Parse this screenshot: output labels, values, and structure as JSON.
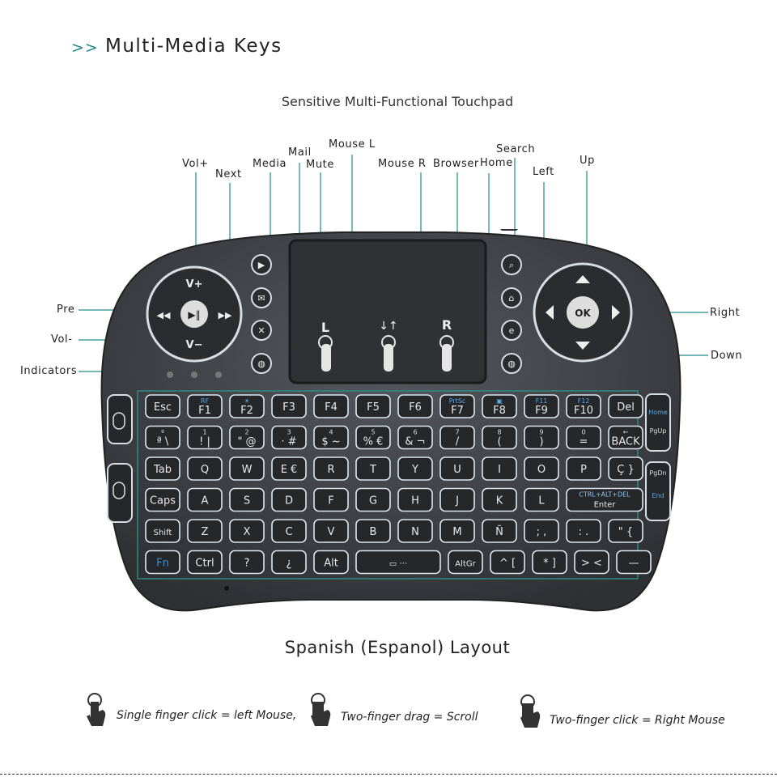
{
  "header": {
    "arrow": ">>",
    "title": "Multi-Media Keys"
  },
  "subtitle": "Sensitive Multi-Functional Touchpad",
  "callouts": {
    "vol_plus": "Vol+",
    "next": "Next",
    "media": "Media",
    "mail": "Mail",
    "mute": "Mute",
    "mouse_l": "Mouse L",
    "mouse_r": "Mouse R",
    "browser": "Browser",
    "home": "Home",
    "search": "Search",
    "left": "Left",
    "up": "Up",
    "pre": "Pre",
    "vol_minus": "Vol-",
    "indicators": "Indicators",
    "right": "Right",
    "down": "Down"
  },
  "keyboard": {
    "dpad_ok": "OK",
    "vol_plus_key": "V+",
    "vol_minus_key": "V−",
    "touch_l": "L",
    "touch_r": "R",
    "side_home": "Home",
    "side_pgup": "PgUp",
    "side_pgdn": "PgDn",
    "side_end": "End",
    "rows": [
      [
        {
          "main": "Esc",
          "top": ""
        },
        {
          "main": "F1",
          "top": "RF"
        },
        {
          "main": "F2",
          "top": "☀"
        },
        {
          "main": "F3",
          "top": ""
        },
        {
          "main": "F4",
          "top": ""
        },
        {
          "main": "F5",
          "top": ""
        },
        {
          "main": "F6",
          "top": ""
        },
        {
          "main": "F7",
          "top": "PrtSc"
        },
        {
          "main": "F8",
          "top": "▣"
        },
        {
          "main": "F9",
          "top": "F11"
        },
        {
          "main": "F10",
          "top": "F12"
        },
        {
          "main": "Del",
          "top": ""
        }
      ],
      [
        {
          "main": "ª \\",
          "top": "º"
        },
        {
          "main": "! |",
          "top": "1"
        },
        {
          "main": "\" @",
          "top": "2"
        },
        {
          "main": "· #",
          "top": "3"
        },
        {
          "main": "$ ~",
          "top": "4"
        },
        {
          "main": "% €",
          "top": "5"
        },
        {
          "main": "& ¬",
          "top": "6"
        },
        {
          "main": "/",
          "top": "7"
        },
        {
          "main": "(",
          "top": "8"
        },
        {
          "main": ")",
          "top": "9"
        },
        {
          "main": "=",
          "top": "0"
        },
        {
          "main": "BACK",
          "top": "←"
        }
      ],
      [
        {
          "main": "Tab",
          "top": ""
        },
        {
          "main": "Q",
          "top": ""
        },
        {
          "main": "W",
          "top": ""
        },
        {
          "main": "E €",
          "top": ""
        },
        {
          "main": "R",
          "top": ""
        },
        {
          "main": "T",
          "top": ""
        },
        {
          "main": "Y",
          "top": ""
        },
        {
          "main": "U",
          "top": ""
        },
        {
          "main": "I",
          "top": ""
        },
        {
          "main": "O",
          "top": ""
        },
        {
          "main": "P",
          "top": ""
        },
        {
          "main": "Ç }",
          "top": ""
        }
      ],
      [
        {
          "main": "Caps",
          "top": ""
        },
        {
          "main": "A",
          "top": ""
        },
        {
          "main": "S",
          "top": ""
        },
        {
          "main": "D",
          "top": ""
        },
        {
          "main": "F",
          "top": ""
        },
        {
          "main": "G",
          "top": ""
        },
        {
          "main": "H",
          "top": ""
        },
        {
          "main": "J",
          "top": ""
        },
        {
          "main": "K",
          "top": ""
        },
        {
          "main": "L",
          "top": ""
        },
        {
          "main": "Enter",
          "top": "CTRL+ALT+DEL",
          "wide": true
        }
      ],
      [
        {
          "main": "Shift",
          "top": ""
        },
        {
          "main": "Z",
          "top": ""
        },
        {
          "main": "X",
          "top": ""
        },
        {
          "main": "C",
          "top": ""
        },
        {
          "main": "V",
          "top": ""
        },
        {
          "main": "B",
          "top": ""
        },
        {
          "main": "N",
          "top": ""
        },
        {
          "main": "M",
          "top": ""
        },
        {
          "main": "Ñ",
          "top": ""
        },
        {
          "main": "; ,",
          "top": ""
        },
        {
          "main": ": .",
          "top": ""
        },
        {
          "main": "\" {",
          "top": ""
        }
      ],
      [
        {
          "main": "Fn",
          "top": "",
          "blue": true
        },
        {
          "main": "Ctrl",
          "top": ""
        },
        {
          "main": "?",
          "top": ""
        },
        {
          "main": "¿",
          "top": ""
        },
        {
          "main": "Alt",
          "top": ""
        },
        {
          "main": "▭ ···",
          "top": "",
          "space": true
        },
        {
          "main": "AltGr",
          "top": ""
        },
        {
          "main": "^ [",
          "top": ""
        },
        {
          "main": "* ]",
          "top": ""
        },
        {
          "main": "> <",
          "top": ""
        },
        {
          "main": "—",
          "top": ""
        }
      ]
    ]
  },
  "layout_title": "Spanish (Espanol) Layout",
  "gestures": [
    {
      "text": "Single finger click = left Mouse,"
    },
    {
      "text": "Two-finger drag = Scroll"
    },
    {
      "text": "Two-finger click = Right Mouse"
    }
  ],
  "colors": {
    "accent": "#1f8a8a",
    "body": "#3b3d42",
    "key": "#25272b",
    "glow": "#dfe6ee",
    "fn_blue": "#3a8fd6"
  }
}
